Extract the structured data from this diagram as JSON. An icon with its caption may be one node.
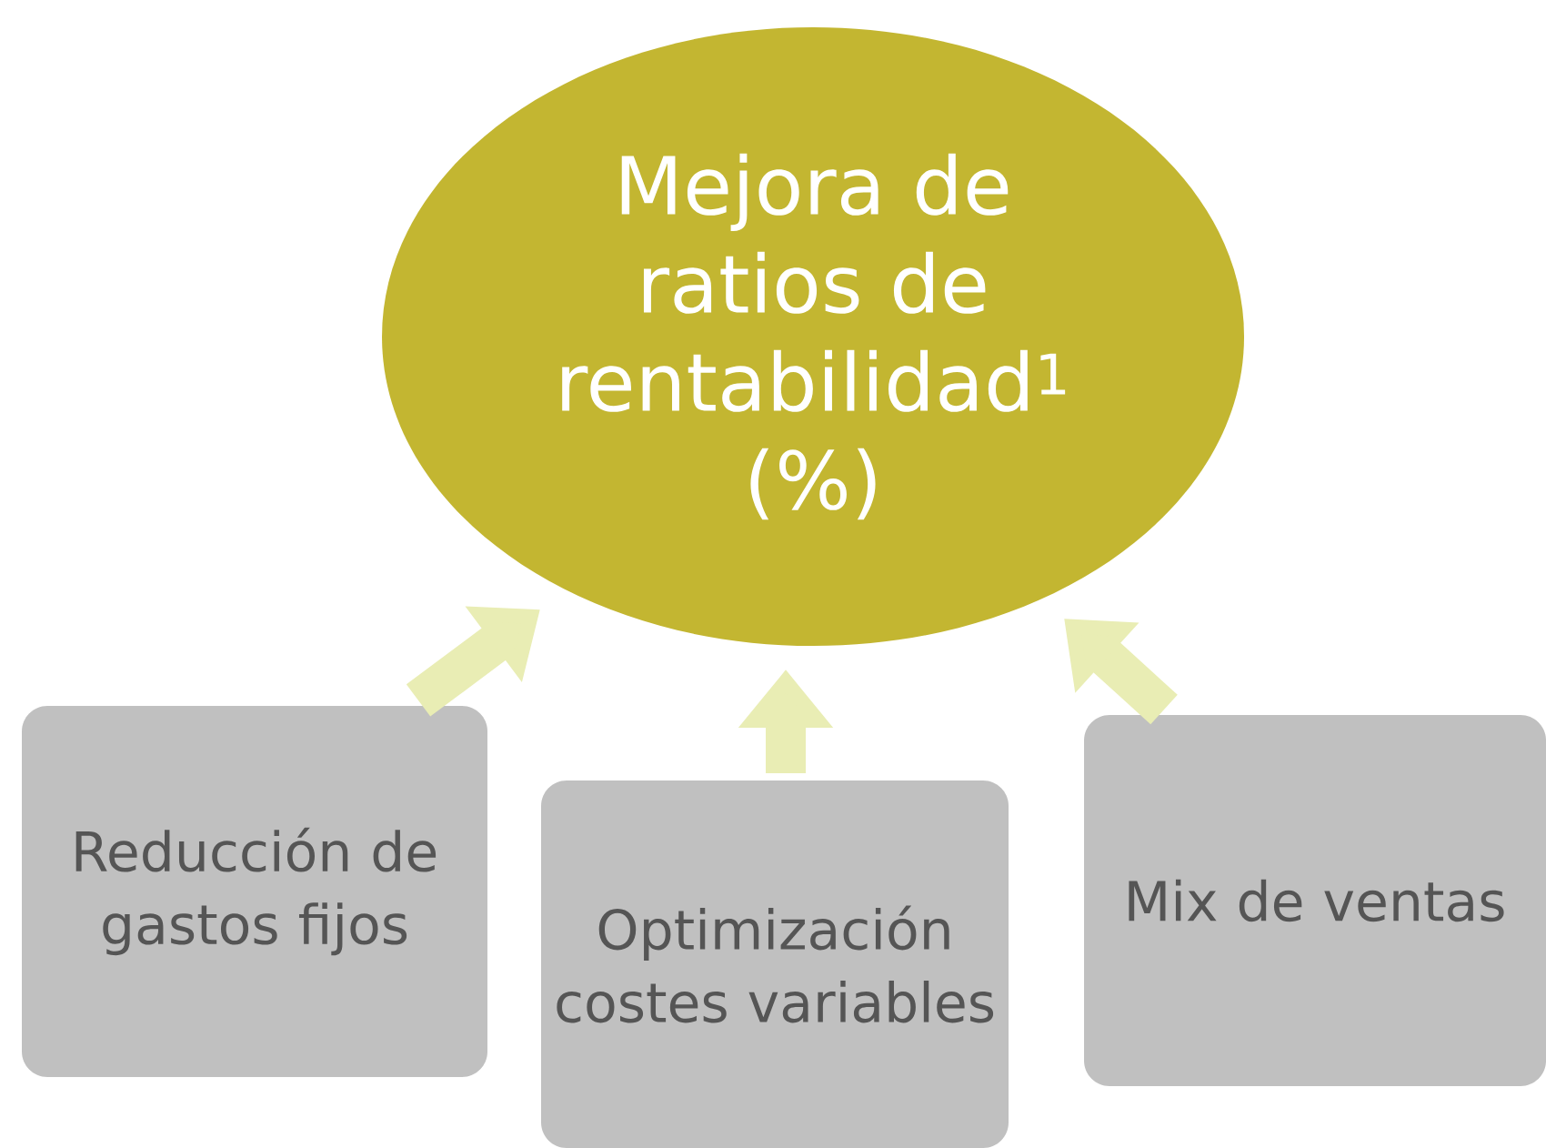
{
  "diagram": {
    "nodes": [
      {
        "text": [
          "Mejora de ratios de rentabilidad$^{1}$ (%)"
        ]
      },
      {
        "text": [
          "Reducción de gastos fijos"
        ]
      },
      {
        "text": [
          "Optimización costes variables"
        ]
      },
      {
        "text": [
          "Mix de ventas"
        ]
      }
    ],
    "edges": [
      {
        "from": 1,
        "to": 0,
        "arrow": "to"
      },
      {
        "from": 2,
        "to": 0,
        "arrow": "to"
      },
      {
        "from": 3,
        "to": 0,
        "arrow": "to"
      }
    ]
  }
}
